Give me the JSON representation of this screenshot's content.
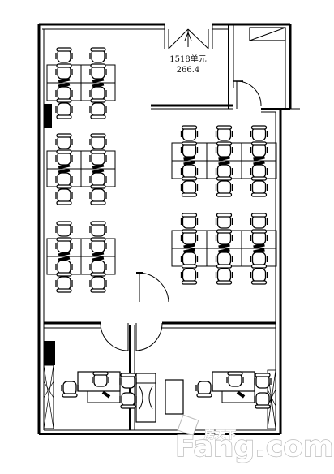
{
  "unit": {
    "name": "1518单元",
    "area": "266.4"
  },
  "watermark": {
    "brand": "Fang.com",
    "brand_cn": "房天下"
  }
}
